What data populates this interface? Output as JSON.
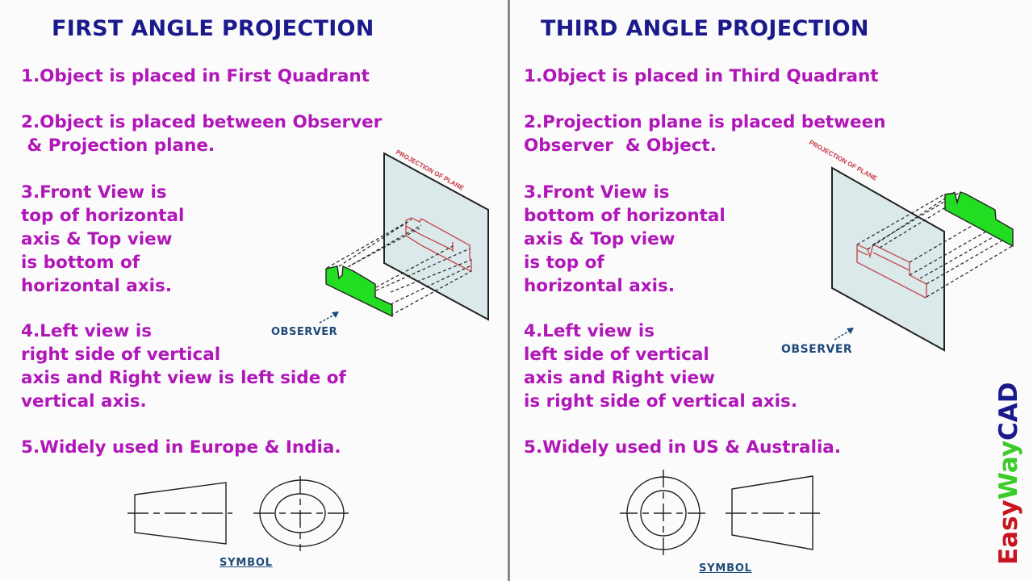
{
  "first_angle": {
    "title": "FIRST ANGLE PROJECTION",
    "points": [
      "1.Object is placed in First Quadrant",
      "2.Object is placed between Observer\n & Projection plane.",
      "3.Front View is\ntop of horizontal\naxis & Top view\nis bottom of\nhorizontal axis.",
      "4.Left view is\nright side of vertical\naxis and Right view is left side of\nvertical axis.",
      "5.Widely used in Europe & India."
    ],
    "diagram": {
      "plane_label": "PROJECTION OF PLANE",
      "observer_label": "OBSERVER",
      "arrow_icon": "arrow-northeast"
    },
    "symbol_label": "SYMBOL"
  },
  "third_angle": {
    "title": "THIRD ANGLE PROJECTION",
    "points": [
      "1.Object is placed in Third Quadrant",
      "2.Projection plane is placed between\nObserver  & Object.",
      "3.Front View is\nbottom of horizontal\naxis & Top view\nis top of\nhorizontal axis.",
      "4.Left view is\nleft side of vertical\naxis and Right view\nis right side of vertical axis.",
      "5.Widely used in US & Australia."
    ],
    "diagram": {
      "plane_label": "PROJECTION OF PLANE",
      "observer_label": "OBSERVER",
      "arrow_icon": "arrow-northeast"
    },
    "symbol_label": "SYMBOL"
  },
  "brand": {
    "part1": "Easy",
    "part2": "Way",
    "part3": "CAD",
    "colors": {
      "part1": "#c8141e",
      "part2": "#3ccc2a",
      "part3": "#1a1a8c"
    }
  },
  "colors": {
    "title": "#1a1a8c",
    "text": "#b016b8",
    "label": "#1e4a7a",
    "plane": "#dbe9ea",
    "object_face": "#22dd22",
    "projection_outline": "#c44d55",
    "divider": "#8a8a8a"
  }
}
